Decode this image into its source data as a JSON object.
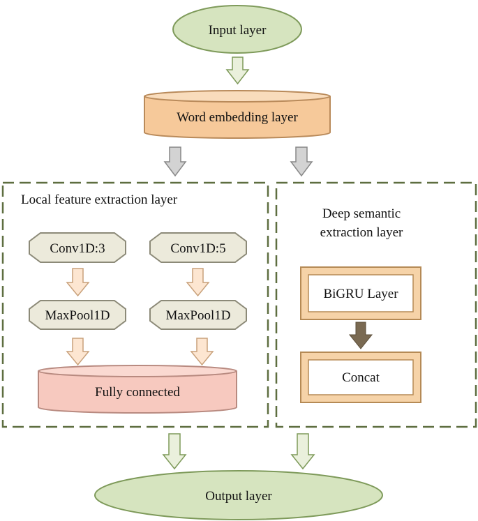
{
  "nodes": {
    "input_layer": "Input layer",
    "word_embedding": "Word embedding layer",
    "conv3": "Conv1D:3",
    "conv5": "Conv1D:5",
    "maxpool_left": "MaxPool1D",
    "maxpool_right": "MaxPool1D",
    "fully_connected": "Fully connected",
    "bigru": "BiGRU Layer",
    "concat": "Concat",
    "output_layer": "Output layer"
  },
  "groups": {
    "local_feature": "Local feature extraction layer",
    "deep_semantic_line1": "Deep semantic",
    "deep_semantic_line2": "extraction layer"
  },
  "colors": {
    "ellipse_fill": "#d6e4bf",
    "ellipse_stroke": "#7e9a5a",
    "embedding_fill": "#f6c99a",
    "embedding_stroke": "#b98a5a",
    "octagon_fill": "#eceadb",
    "octagon_stroke": "#8c8a78",
    "fc_fill": "#f7c9bf",
    "fc_stroke": "#b88a80",
    "frame_fill": "#f6d3a8",
    "frame_stroke": "#b58a55",
    "dashed_border": "#5e6e40",
    "arrow_green": "#eaf0dc",
    "arrow_grey": "#d3d3d3",
    "arrow_peach": "#fde6d1",
    "arrow_dark": "#7a6a52"
  }
}
